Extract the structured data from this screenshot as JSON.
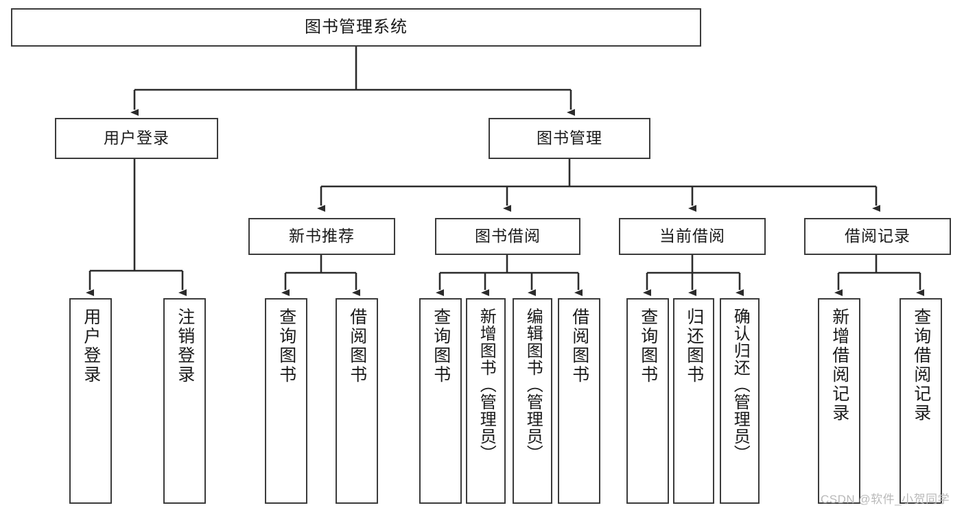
{
  "diagram": {
    "title": "图书管理系统",
    "watermark": "CSDN @软件_小贺同学",
    "colors": {
      "background": "#ffffff",
      "border": "#3b3b3b",
      "text": "#1a1a1a",
      "edge": "#2b2b2b",
      "watermark": "#b9b9b9"
    },
    "root": {
      "label": "图书管理系统"
    },
    "level1": [
      {
        "label": "用户登录"
      },
      {
        "label": "图书管理"
      }
    ],
    "level2": [
      {
        "label": "新书推荐"
      },
      {
        "label": "图书借阅"
      },
      {
        "label": "当前借阅"
      },
      {
        "label": "借阅记录"
      }
    ],
    "leaves": [
      {
        "label": "用户登录",
        "parent": "用户登录"
      },
      {
        "label": "注销登录",
        "parent": "用户登录"
      },
      {
        "label": "查询图书",
        "parent": "新书推荐"
      },
      {
        "label": "借阅图书",
        "parent": "新书推荐"
      },
      {
        "label": "查询图书",
        "parent": "图书借阅"
      },
      {
        "label": "新增图书（管理员）",
        "parent": "图书借阅"
      },
      {
        "label": "编辑图书（管理员）",
        "parent": "图书借阅"
      },
      {
        "label": "借阅图书",
        "parent": "图书借阅"
      },
      {
        "label": "查询图书",
        "parent": "当前借阅"
      },
      {
        "label": "归还图书",
        "parent": "当前借阅"
      },
      {
        "label": "确认归还（管理员）",
        "parent": "当前借阅"
      },
      {
        "label": "新增借阅记录",
        "parent": "借阅记录"
      },
      {
        "label": "查询借阅记录",
        "parent": "借阅记录"
      }
    ]
  }
}
